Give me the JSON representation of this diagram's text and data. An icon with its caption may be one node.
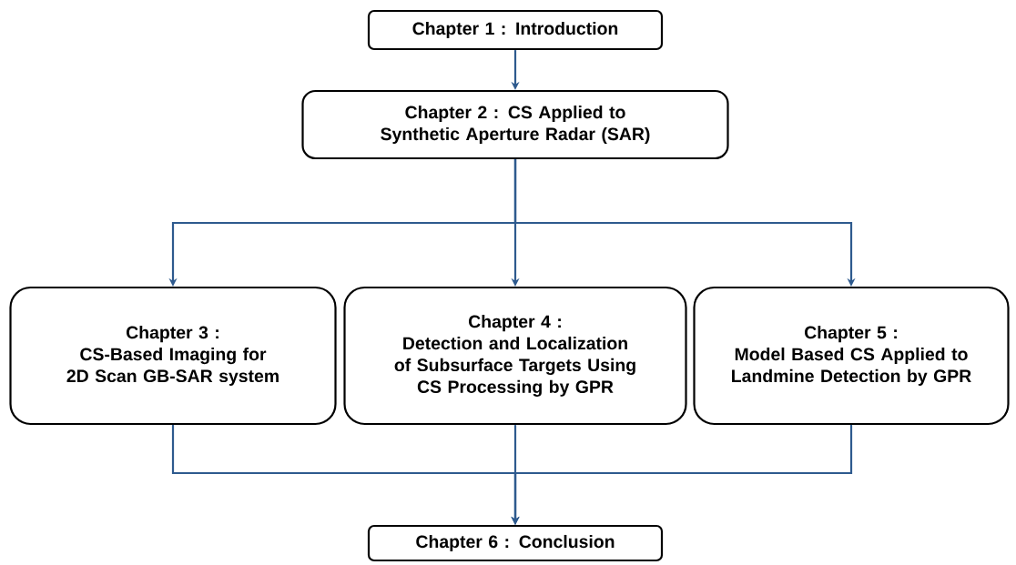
{
  "diagram": {
    "nodes": [
      {
        "text": [
          "Chapter 1 : Introduction"
        ]
      },
      {
        "text": [
          "Chapter 2 : CS Applied to Synthetic Aperture Radar (SAR)"
        ]
      },
      {
        "text": [
          "Chapter 3 :",
          "CS-Based Imaging for 2D Scan GB-SAR system"
        ]
      },
      {
        "text": [
          "Chapter 4 :",
          "Detection and Localization of Subsurface Targets Using CS Processing by GPR"
        ]
      },
      {
        "text": [
          "Chapter 5 :",
          "Model Based CS Applied to Landmine Detection by GPR"
        ]
      },
      {
        "text": [
          "Chapter 6 : Conclusion"
        ]
      }
    ],
    "edges": [
      {
        "from": 0,
        "to": 1,
        "arrow": "to"
      },
      {
        "from": 1,
        "to": 2,
        "arrow": "to"
      },
      {
        "from": 1,
        "to": 3,
        "arrow": "to"
      },
      {
        "from": 1,
        "to": 4,
        "arrow": "to"
      },
      {
        "from": 2,
        "to": 5,
        "arrow": "to"
      },
      {
        "from": 3,
        "to": 5,
        "arrow": "to"
      },
      {
        "from": 4,
        "to": 5,
        "arrow": "to"
      }
    ]
  }
}
